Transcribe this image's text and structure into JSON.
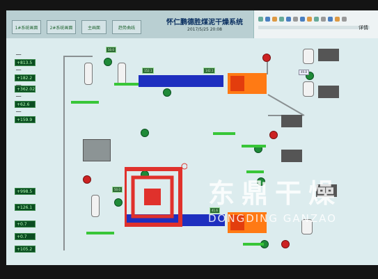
{
  "header": {
    "buttons": [
      "1#系统画面",
      "2#系统画面",
      "主画面",
      "趋势曲线"
    ],
    "title": "怀仁鹏德胜煤泥干燥系统",
    "datetime": "2017/5/25 20:08",
    "browser_corner": "详情"
  },
  "left_readings_top": [
    "+813.5",
    "+182.2",
    "+362.02",
    "+62.6",
    "+159.9"
  ],
  "left_readings_bottom": [
    "+998.5",
    "+126.1",
    "+0.7",
    "+0.7",
    "+105.2"
  ],
  "line1": {
    "temp_mid": "152.1",
    "temp_right": "142.1",
    "flow_top": "50.0",
    "pump_tag": "49.8"
  },
  "line2": {
    "temp_mid": "41.6",
    "flow_top": "50.0"
  },
  "watermark": {
    "cn": "东鼎干燥",
    "en": "DONGDING GANZAO"
  },
  "colors": {
    "duct": "#1e2fbf",
    "furnace": "#ff7a14",
    "readout_bg": "#0b4d22",
    "logo_red": "#e0312c"
  }
}
